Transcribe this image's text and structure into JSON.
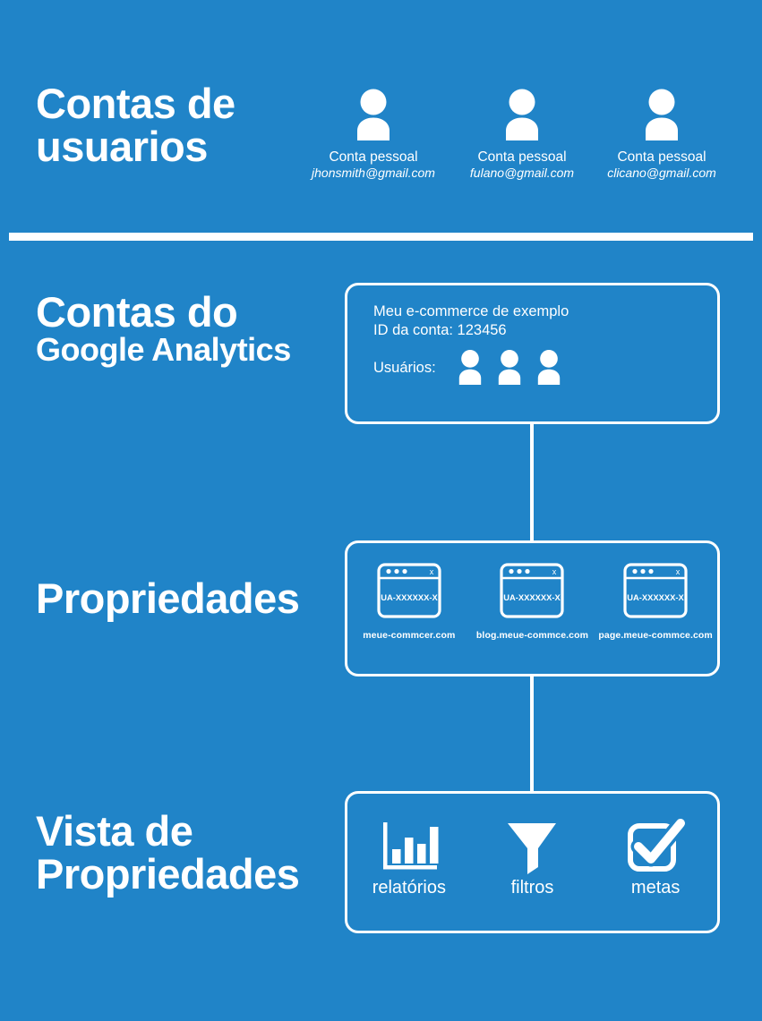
{
  "theme": {
    "background": "#2084c8",
    "foreground": "#ffffff"
  },
  "sections": {
    "user_accounts": {
      "title_line1": "Contas de",
      "title_line2": "usuarios",
      "accounts": [
        {
          "icon": "person-icon",
          "label": "Conta pessoal",
          "email": "jhonsmith@gmail.com"
        },
        {
          "icon": "person-icon",
          "label": "Conta pessoal",
          "email": "fulano@gmail.com"
        },
        {
          "icon": "person-icon",
          "label": "Conta pessoal",
          "email": "clicano@gmail.com"
        }
      ]
    },
    "analytics_accounts": {
      "title_line1": "Contas do",
      "title_line2": "Google Analytics",
      "account_name": "Meu e-commerce de exemplo",
      "account_id": "ID da conta: 123456",
      "users_label": "Usuários:",
      "users_count": 3
    },
    "properties": {
      "title": "Propriedades",
      "items": [
        {
          "icon": "browser-window-icon",
          "tracking_id": "UA-XXXXXX-X",
          "domain": "meue-commcer.com"
        },
        {
          "icon": "browser-window-icon",
          "tracking_id": "UA-XXXXXX-X",
          "domain": "blog.meue-commce.com"
        },
        {
          "icon": "browser-window-icon",
          "tracking_id": "UA-XXXXXX-X",
          "domain": "page.meue-commce.com"
        }
      ]
    },
    "property_views": {
      "title_line1": "Vista de",
      "title_line2": "Propriedades",
      "items": [
        {
          "icon": "bar-chart-icon",
          "label": "relatórios"
        },
        {
          "icon": "funnel-icon",
          "label": "filtros"
        },
        {
          "icon": "checkbox-check-icon",
          "label": "metas"
        }
      ]
    }
  }
}
